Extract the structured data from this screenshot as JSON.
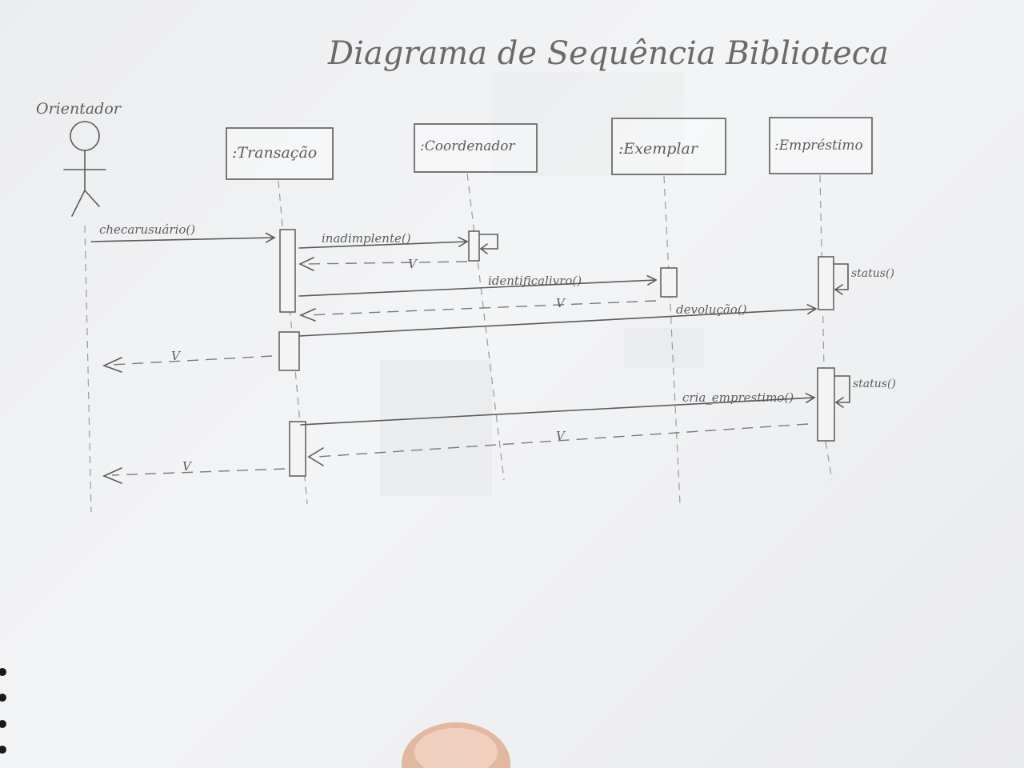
{
  "diagram": {
    "title": "Diagrama de Sequência Biblioteca",
    "actor": {
      "label": "Orientador"
    },
    "objects": [
      {
        "id": "transacao",
        "label": ":Transação"
      },
      {
        "id": "coordenador",
        "label": ":Coordenador"
      },
      {
        "id": "exemplar",
        "label": ":Exemplar"
      },
      {
        "id": "emprestimo",
        "label": ":Empréstimo"
      }
    ],
    "messages": [
      {
        "label": "checarusuário()"
      },
      {
        "label": "inadimplente()"
      },
      {
        "label": "identificalivro()"
      },
      {
        "label": "devolução()"
      },
      {
        "label": "cria_emprestimo()"
      }
    ],
    "self_messages": [
      {
        "label": "status()"
      },
      {
        "label": "status()"
      }
    ],
    "return_mark": "V"
  },
  "colors": {
    "paper": "#f1f2f4",
    "ink": "#5a5a5a"
  }
}
